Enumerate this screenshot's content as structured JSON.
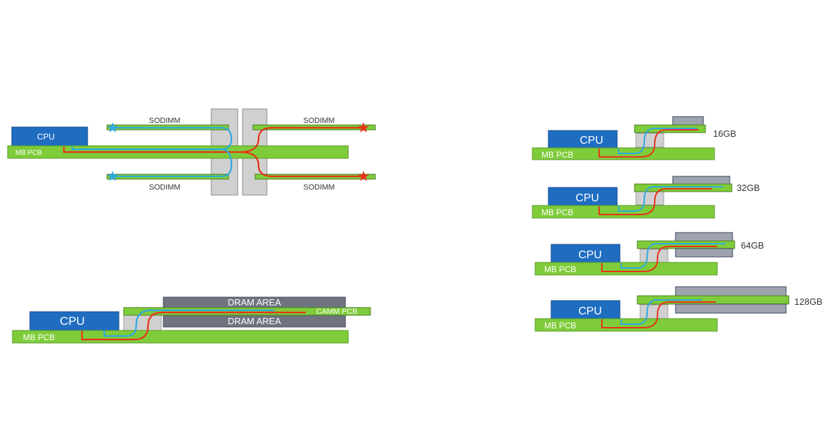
{
  "colors": {
    "pcb_green": "#7fcc3a",
    "cpu_blue": "#1f6dc1",
    "connector_grey": "#d0d0d0",
    "dram_grey": "#6f7480",
    "module_grey": "#9ea3ad",
    "trace_red": "#e8321a",
    "trace_blue": "#2fa9e0",
    "dark_text": "#333333",
    "white_text": "#ffffff"
  },
  "sodimm_diagram": {
    "cpu_label": "CPU",
    "mb_pcb_label": "MB PCB",
    "sodimm_labels": [
      "SODIMM",
      "SODIMM",
      "SODIMM",
      "SODIMM"
    ]
  },
  "camm_diagram": {
    "cpu_label": "CPU",
    "mb_pcb_label": "MB PCB",
    "dram_area_top": "DRAM AREA",
    "dram_area_bottom": "DRAM AREA",
    "camm_pcb_label": "CAMM PCB"
  },
  "capacity_variants": [
    {
      "cpu_label": "CPU",
      "mb_pcb_label": "MB PCB",
      "capacity": "16GB"
    },
    {
      "cpu_label": "CPU",
      "mb_pcb_label": "MB PCB",
      "capacity": "32GB"
    },
    {
      "cpu_label": "CPU",
      "mb_pcb_label": "MB PCB",
      "capacity": "64GB"
    },
    {
      "cpu_label": "CPU",
      "mb_pcb_label": "MB PCB",
      "capacity": "128GB"
    }
  ]
}
